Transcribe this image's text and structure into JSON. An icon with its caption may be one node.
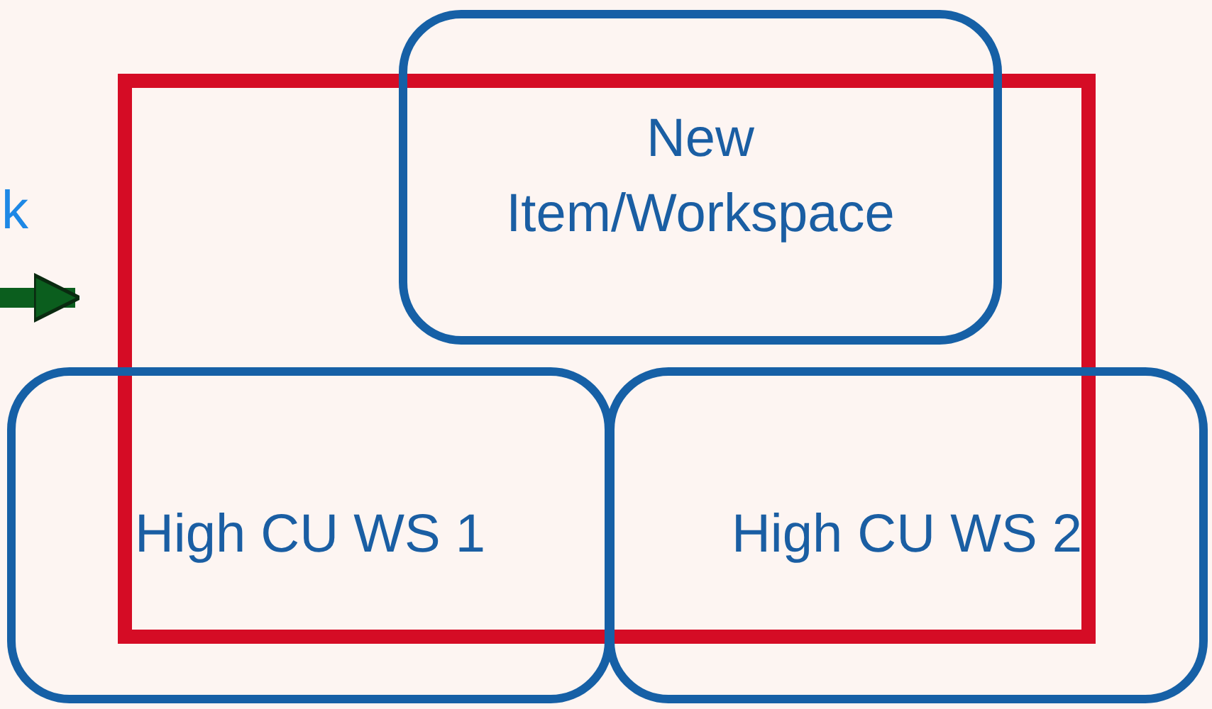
{
  "diagram": {
    "nodes": [
      {
        "text": [
          "New Item/Workspace"
        ]
      },
      {
        "text": [
          "High CU WS 1"
        ]
      },
      {
        "text": [
          "High CU WS 2"
        ]
      },
      {
        "text": [],
        "shape": "box"
      }
    ],
    "edges": [
      {
        "from": null,
        "to": 3,
        "arrow": "to",
        "color": "#0b5e1e"
      }
    ],
    "labels": [
      "k"
    ]
  }
}
